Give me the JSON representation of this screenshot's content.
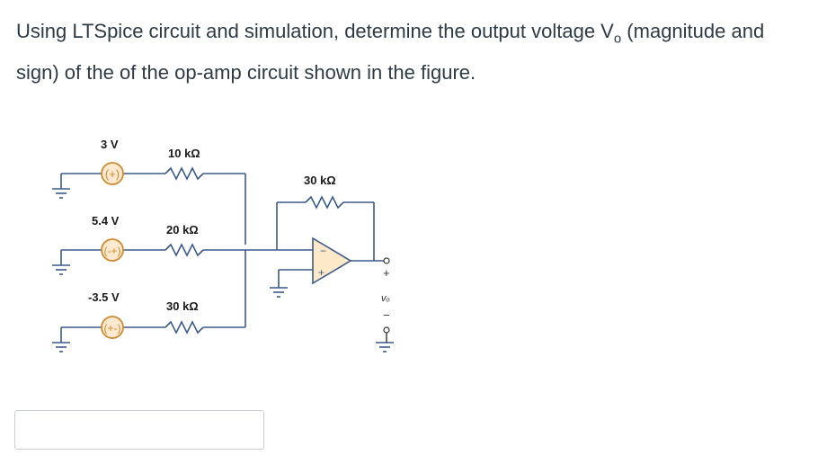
{
  "question": {
    "text_before_sub": "Using LTSpice circuit and simulation, determine the output voltage V",
    "subscript": "o",
    "text_after_sub": " (magnitude and sign) of the of the op-amp circuit  shown in the figure."
  },
  "circuit": {
    "sources": [
      {
        "label": "3 V",
        "symbol": "(+)"
      },
      {
        "label": "5.4 V",
        "symbol": "(-+)"
      },
      {
        "label": "-3.5 V",
        "symbol": "(+-)"
      }
    ],
    "resistors": [
      "10 kΩ",
      "20 kΩ",
      "30 kΩ"
    ],
    "feedback_resistor": "30 kΩ",
    "output_label": "vₒ",
    "output_plus": "+",
    "output_minus": "−",
    "opamp_minus": "−",
    "opamp_plus": "+"
  },
  "answer": {
    "value": ""
  },
  "colors": {
    "wire": "#3a5a8c",
    "source": "#d08a2e",
    "text": "#2d3b45"
  }
}
